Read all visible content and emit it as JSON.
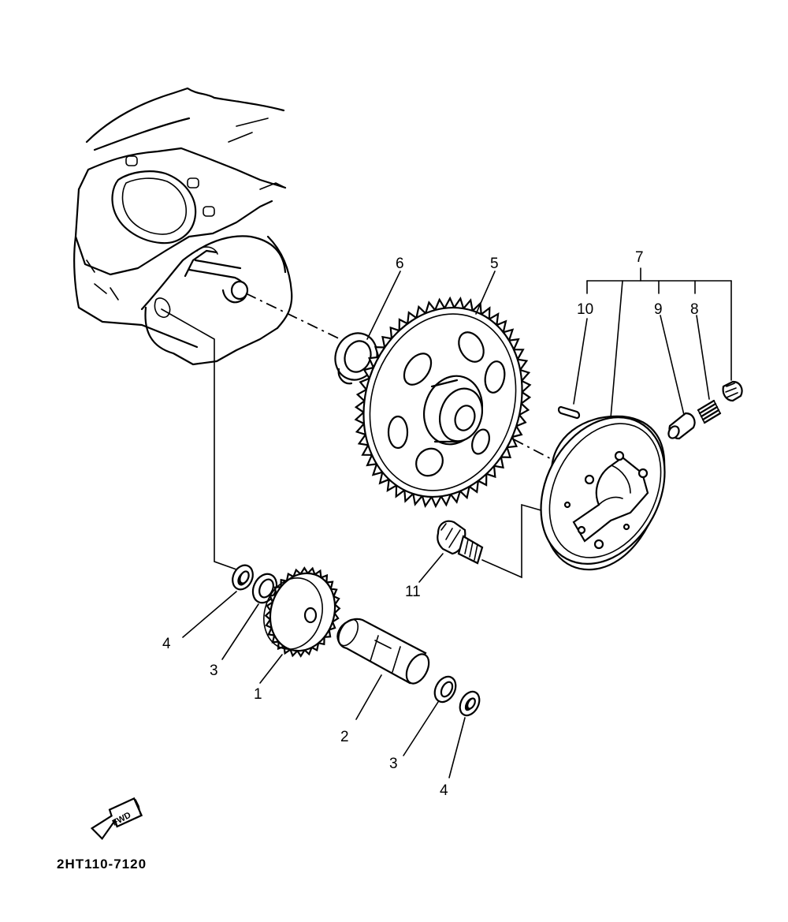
{
  "callouts": {
    "part_1": "1",
    "part_2": "2",
    "part_3_left": "3",
    "part_3_right": "3",
    "part_4_left": "4",
    "part_4_right": "4",
    "part_5": "5",
    "part_6": "6",
    "part_7": "7",
    "part_8": "8",
    "part_9": "9",
    "part_10": "10",
    "part_11": "11"
  },
  "fwd_label": "FWD",
  "diagram_code": "2HT110-7120",
  "colors": {
    "ink": "#000000",
    "paper": "#ffffff"
  }
}
